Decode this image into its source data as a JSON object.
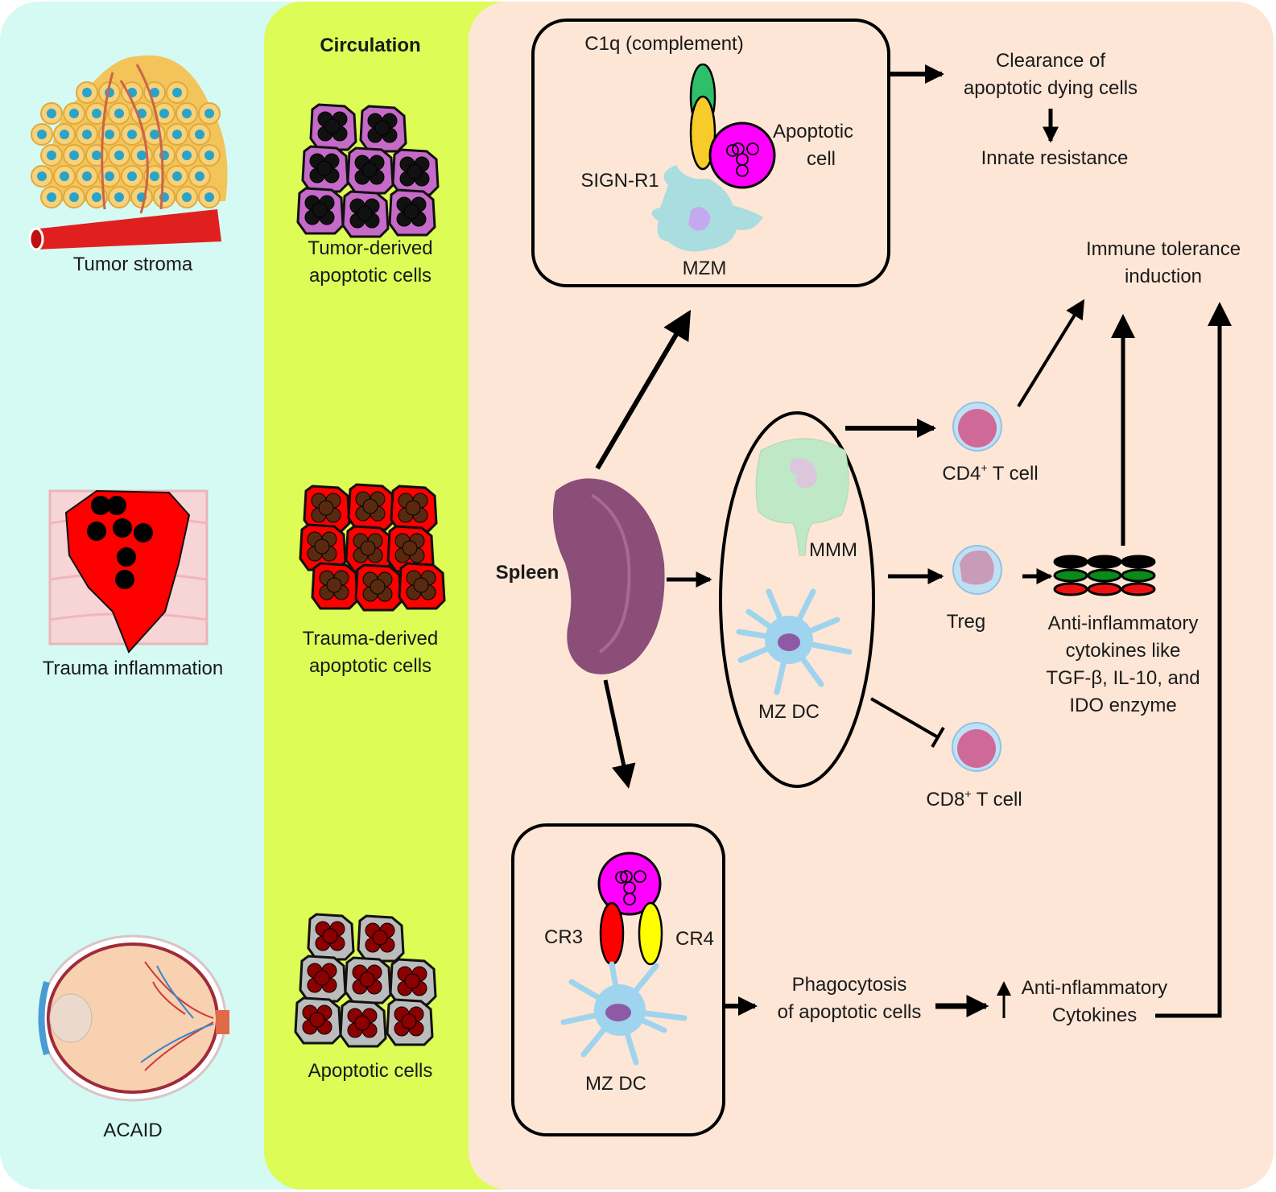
{
  "sources": {
    "tumor": "Tumor stroma",
    "trauma": "Trauma inflammation",
    "acaid": "ACAID"
  },
  "circulation": {
    "title": "Circulation",
    "tumor_cells_l1": "Tumor-derived",
    "tumor_cells_l2": "apoptotic cells",
    "trauma_cells_l1": "Trauma-derived",
    "trauma_cells_l2": "apoptotic cells",
    "apoptotic_cells": "Apoptotic cells"
  },
  "spleen": {
    "label": "Spleen"
  },
  "top_box": {
    "c1q": "C1q (complement)",
    "apoptotic_l1": "Apoptotic",
    "apoptotic_l2": "cell",
    "receptor": "SIGN-R1",
    "cell": "MZM"
  },
  "outcomes": {
    "clearance_l1": "Clearance of",
    "clearance_l2": "apoptotic dying cells",
    "innate": "Innate resistance",
    "tolerance_l1": "Immune tolerance",
    "tolerance_l2": "induction"
  },
  "ellipse": {
    "mmm": "MMM",
    "mzdc": "MZ DC"
  },
  "tcells": {
    "cd4_prefix": "CD4",
    "cd4_sup": "+",
    "cd4_suffix": " T cell",
    "treg": "Treg",
    "cd8_prefix": "CD8",
    "cd8_sup": "+",
    "cd8_suffix": " T cell"
  },
  "cytokines": {
    "l1": "Anti-inflammatory",
    "l2": "cytokines like",
    "l3": "TGF-β, IL-10, and",
    "l4": "IDO enzyme"
  },
  "bottom_box": {
    "cr3": "CR3",
    "cr4": "CR4",
    "cell": "MZ DC"
  },
  "bottom_flow": {
    "phago_l1": "Phagocytosis",
    "phago_l2": "of apoptotic cells",
    "anti_l1": "Anti-nflammatory",
    "anti_l2": "Cytokines"
  },
  "colors": {
    "left_bg": "#d4faf3",
    "mid_bg": "#ddfc56",
    "right_bg": "#fde6d6",
    "apoptotic_magenta": "#ff00ff",
    "c1q_green": "#2fbf6a",
    "signr1_yellow": "#f7cc2a",
    "cr3_red": "#ff0000",
    "cr4_yellow": "#ffff00",
    "spleen_purple": "#8a4e78"
  }
}
